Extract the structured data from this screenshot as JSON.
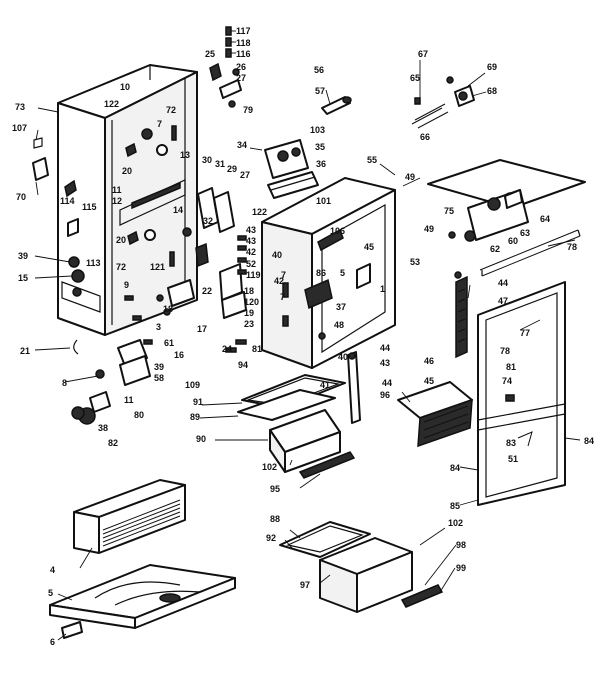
{
  "callouts": [
    {
      "id": "c117",
      "text": "117"
    },
    {
      "id": "c118",
      "text": "118"
    },
    {
      "id": "c116",
      "text": "116"
    },
    {
      "id": "c25",
      "text": "25"
    },
    {
      "id": "c26",
      "text": "26"
    },
    {
      "id": "c27a",
      "text": "27"
    },
    {
      "id": "c79",
      "text": "79"
    },
    {
      "id": "c56",
      "text": "56"
    },
    {
      "id": "c57",
      "text": "57"
    },
    {
      "id": "c67",
      "text": "67"
    },
    {
      "id": "c65",
      "text": "65"
    },
    {
      "id": "c69",
      "text": "69"
    },
    {
      "id": "c68",
      "text": "68"
    },
    {
      "id": "c66",
      "text": "66"
    },
    {
      "id": "c73",
      "text": "73"
    },
    {
      "id": "c10",
      "text": "10"
    },
    {
      "id": "c122a",
      "text": "122"
    },
    {
      "id": "c7",
      "text": "7"
    },
    {
      "id": "c72a",
      "text": "72"
    },
    {
      "id": "c107",
      "text": "107"
    },
    {
      "id": "c70",
      "text": "70"
    },
    {
      "id": "c103",
      "text": "103"
    },
    {
      "id": "c34",
      "text": "34"
    },
    {
      "id": "c35",
      "text": "35"
    },
    {
      "id": "c36",
      "text": "36"
    },
    {
      "id": "c55",
      "text": "55"
    },
    {
      "id": "c49a",
      "text": "49"
    },
    {
      "id": "c13",
      "text": "13"
    },
    {
      "id": "c20a",
      "text": "20"
    },
    {
      "id": "c11",
      "text": "11"
    },
    {
      "id": "c12",
      "text": "12"
    },
    {
      "id": "c30",
      "text": "30"
    },
    {
      "id": "c31",
      "text": "31"
    },
    {
      "id": "c29",
      "text": "29"
    },
    {
      "id": "c27b",
      "text": "27"
    },
    {
      "id": "c122b",
      "text": "122"
    },
    {
      "id": "c101",
      "text": "101"
    },
    {
      "id": "c114",
      "text": "114"
    },
    {
      "id": "c115",
      "text": "115"
    },
    {
      "id": "c14",
      "text": "14"
    },
    {
      "id": "c32",
      "text": "32"
    },
    {
      "id": "c20b",
      "text": "20"
    },
    {
      "id": "c43a",
      "text": "43"
    },
    {
      "id": "c43b",
      "text": "43"
    },
    {
      "id": "c42",
      "text": "42"
    },
    {
      "id": "c52",
      "text": "52"
    },
    {
      "id": "c39a",
      "text": "39"
    },
    {
      "id": "c113",
      "text": "113"
    },
    {
      "id": "c72b",
      "text": "72"
    },
    {
      "id": "c121",
      "text": "121"
    },
    {
      "id": "c15",
      "text": "15"
    },
    {
      "id": "c119",
      "text": "119"
    },
    {
      "id": "c106",
      "text": "106"
    },
    {
      "id": "c45a",
      "text": "45"
    },
    {
      "id": "c86",
      "text": "86"
    },
    {
      "id": "c5a",
      "text": "5"
    },
    {
      "id": "c53",
      "text": "53"
    },
    {
      "id": "c40a",
      "text": "40"
    },
    {
      "id": "c7b",
      "text": "7"
    },
    {
      "id": "c75",
      "text": "75"
    },
    {
      "id": "c64",
      "text": "64"
    },
    {
      "id": "c63",
      "text": "63"
    },
    {
      "id": "c62",
      "text": "62"
    },
    {
      "id": "c60",
      "text": "60"
    },
    {
      "id": "c78a",
      "text": "78"
    },
    {
      "id": "c49b",
      "text": "49"
    },
    {
      "id": "c9",
      "text": "9"
    },
    {
      "id": "c22",
      "text": "22"
    },
    {
      "id": "c18a",
      "text": "18"
    },
    {
      "id": "c120",
      "text": "120"
    },
    {
      "id": "c18b",
      "text": "18"
    },
    {
      "id": "c19",
      "text": "19"
    },
    {
      "id": "c23",
      "text": "23"
    },
    {
      "id": "c42b",
      "text": "42"
    },
    {
      "id": "c7c",
      "text": "7"
    },
    {
      "id": "c37",
      "text": "37"
    },
    {
      "id": "c1",
      "text": "1"
    },
    {
      "id": "c44a",
      "text": "44"
    },
    {
      "id": "c47",
      "text": "47"
    },
    {
      "id": "c3",
      "text": "3"
    },
    {
      "id": "c17",
      "text": "17"
    },
    {
      "id": "c48",
      "text": "48"
    },
    {
      "id": "c77",
      "text": "77"
    },
    {
      "id": "c21",
      "text": "21"
    },
    {
      "id": "c61",
      "text": "61"
    },
    {
      "id": "c16",
      "text": "16"
    },
    {
      "id": "c24",
      "text": "24"
    },
    {
      "id": "c81a",
      "text": "81"
    },
    {
      "id": "c94",
      "text": "94"
    },
    {
      "id": "c40b",
      "text": "40"
    },
    {
      "id": "c44b",
      "text": "44"
    },
    {
      "id": "c43c",
      "text": "43"
    },
    {
      "id": "c46",
      "text": "46"
    },
    {
      "id": "c78b",
      "text": "78"
    },
    {
      "id": "c39b",
      "text": "39"
    },
    {
      "id": "c58",
      "text": "58"
    },
    {
      "id": "c8",
      "text": "8"
    },
    {
      "id": "c109",
      "text": "109"
    },
    {
      "id": "c45b",
      "text": "45"
    },
    {
      "id": "c81b",
      "text": "81"
    },
    {
      "id": "c41",
      "text": "41"
    },
    {
      "id": "c44c",
      "text": "44"
    },
    {
      "id": "c74",
      "text": "74"
    },
    {
      "id": "c91",
      "text": "91"
    },
    {
      "id": "c96",
      "text": "96"
    },
    {
      "id": "c11b",
      "text": "11"
    },
    {
      "id": "c80",
      "text": "80"
    },
    {
      "id": "c89",
      "text": "89"
    },
    {
      "id": "c38",
      "text": "38"
    },
    {
      "id": "c90",
      "text": "90"
    },
    {
      "id": "c83",
      "text": "83"
    },
    {
      "id": "c51",
      "text": "51"
    },
    {
      "id": "c84a",
      "text": "84"
    },
    {
      "id": "c82",
      "text": "82"
    },
    {
      "id": "c102a",
      "text": "102"
    },
    {
      "id": "c84b",
      "text": "84"
    },
    {
      "id": "c95",
      "text": "95"
    },
    {
      "id": "c85",
      "text": "85"
    },
    {
      "id": "c88",
      "text": "88"
    },
    {
      "id": "c102b",
      "text": "102"
    },
    {
      "id": "c92",
      "text": "92"
    },
    {
      "id": "c98",
      "text": "98"
    },
    {
      "id": "c4",
      "text": "4"
    },
    {
      "id": "c99",
      "text": "99"
    },
    {
      "id": "c97",
      "text": "97"
    },
    {
      "id": "c5b",
      "text": "5"
    },
    {
      "id": "c6",
      "text": "6"
    }
  ]
}
